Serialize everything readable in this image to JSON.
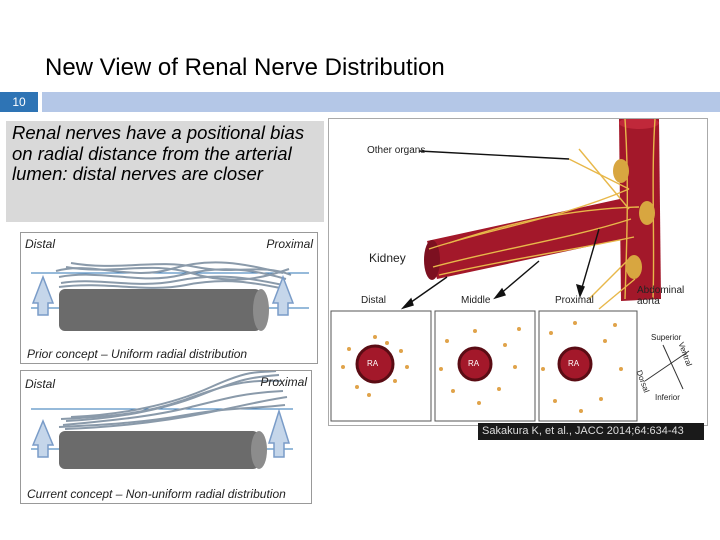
{
  "slide": {
    "title": "New View of Renal Nerve Distribution",
    "number": "10",
    "bullet": "Renal nerves have a positional bias on radial distance from the arterial lumen: distal nerves are closer"
  },
  "prior_panel": {
    "left_label": "Distal",
    "right_label": "Proximal",
    "caption": "Prior concept – Uniform radial distribution"
  },
  "current_panel": {
    "left_label": "Distal",
    "right_label": "Proximal",
    "caption": "Current concept – Non-uniform radial distribution"
  },
  "figure": {
    "other_organs": "Other organs",
    "kidney": "Kidney",
    "abdominal_aorta": "Abdominal aorta",
    "distal": "Distal",
    "middle": "Middle",
    "proximal": "Proximal",
    "ra": "RA",
    "superior": "Superior",
    "inferior": "Inferior",
    "ventral": "Ventral",
    "dorsal": "Dorsal",
    "citation": "Sakakura K, et al., JACC 2014;64:634-43"
  },
  "colors": {
    "accent_blue": "#2e74b5",
    "bar_light_blue": "#b4c7e7",
    "artery_red": "#a3182a",
    "nerve_yellow": "#e8b84a",
    "nerve_gray": "#8a9aaa"
  }
}
